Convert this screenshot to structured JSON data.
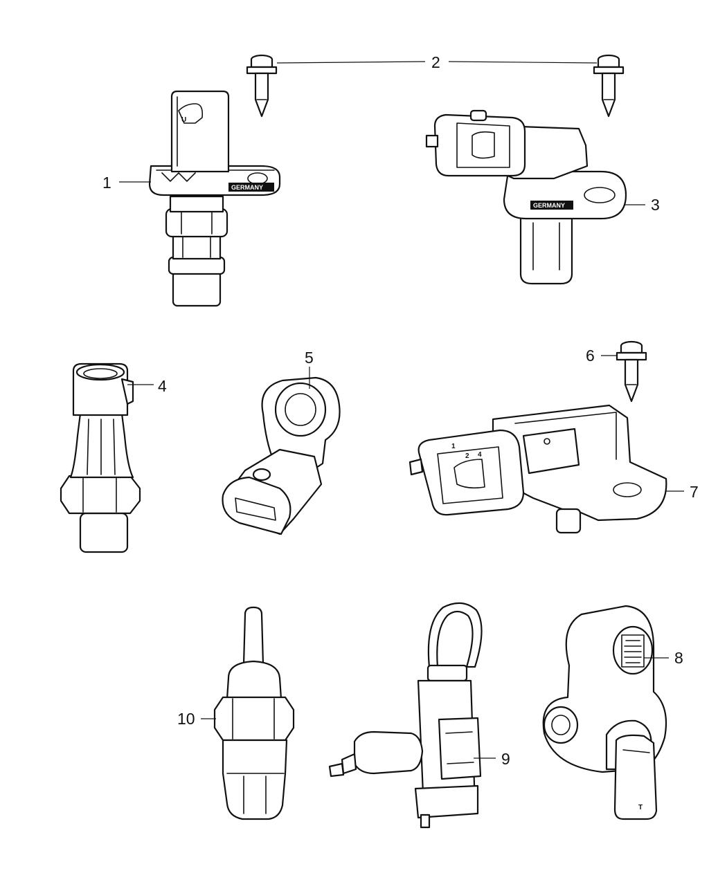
{
  "callouts": {
    "c1": "1",
    "c2": "2",
    "c3": "3",
    "c4": "4",
    "c5": "5",
    "c6": "6",
    "c7": "7",
    "c8": "8",
    "c9": "9",
    "c10": "10"
  },
  "markings": {
    "stamp_part1": "GERMANY",
    "stamp_part3": "GERMANY",
    "pins_part7": [
      "1",
      "2",
      "4"
    ]
  }
}
